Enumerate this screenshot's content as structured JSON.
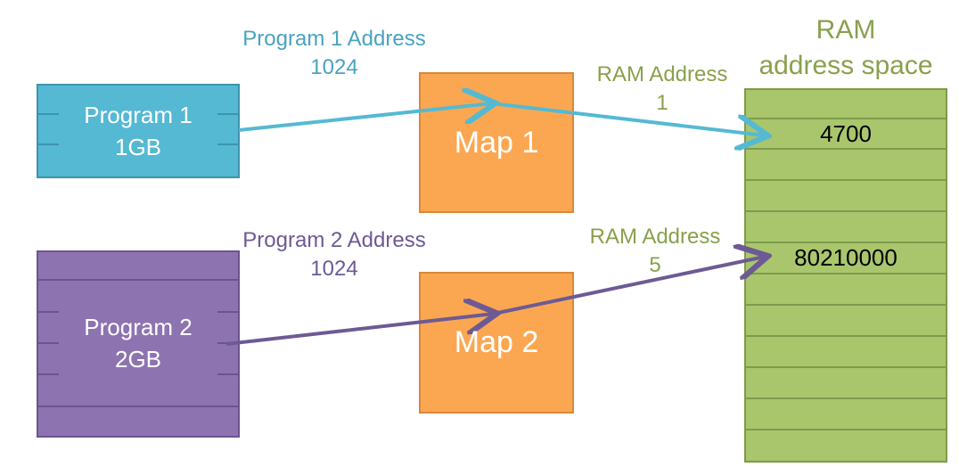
{
  "colors": {
    "program1": "#55b9d3",
    "program2": "#8e73b1",
    "map": "#fba752",
    "ram": "#a9c66d",
    "label_program1": "#4aa3c0",
    "label_program2": "#6d5a94",
    "label_ram": "#8aa04c"
  },
  "ram_title": {
    "line1": "RAM",
    "line2": "address space"
  },
  "program1": {
    "name": "Program 1",
    "size": "1GB"
  },
  "program2": {
    "name": "Program 2",
    "size": "2GB"
  },
  "map1": {
    "label": "Map 1"
  },
  "map2": {
    "label": "Map 2"
  },
  "program1_address": {
    "line1": "Program 1 Address",
    "line2": "1024"
  },
  "program2_address": {
    "line1": "Program 2 Address",
    "line2": "1024"
  },
  "ram_address1": {
    "line1": "RAM Address",
    "line2": "1"
  },
  "ram_address2": {
    "line1": "RAM Address",
    "line2": "5"
  },
  "ram_values": {
    "value1": "4700",
    "value2": "80210000"
  }
}
